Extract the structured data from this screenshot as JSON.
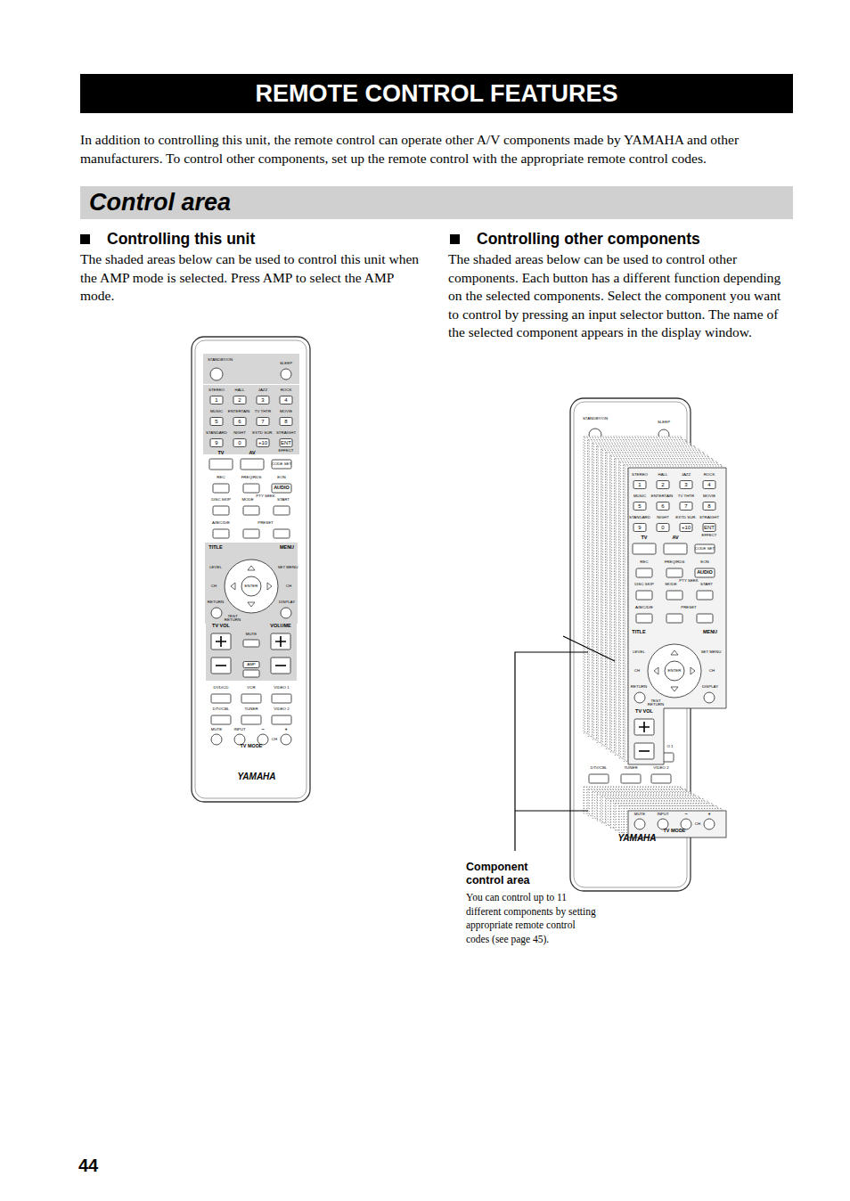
{
  "diagram": {
    "title": "REMOTE CONTROL FEATURES",
    "nodes": [
      {
        "text": [
          "Control area"
        ]
      }
    ],
    "labels": [
      "In addition to controlling this unit, the remote control can operate other A/V components made by YAMAHA and other manufacturers. To control other components, set up the remote control with the appropriate remote control codes.",
      "Controlling this unit",
      "The shaded areas below can be used to control this unit when the AMP mode is selected. Press AMP to select the AMP mode.",
      "Controlling other components",
      "The shaded areas below can be used to control other components. Each button has a different function depending on the selected components. Select the component you want to control by pressing an input selector button. The name of the selected component appears in the display window.",
      "STANDBY/ON",
      "SLEEP",
      "STEREO",
      "HALL",
      "JAZZ",
      "ROCK",
      "1",
      "2",
      "3",
      "4",
      "MUSIC",
      "ENTERTAIN",
      "TV THTR",
      "MOVIE",
      "5",
      "6",
      "7",
      "8",
      "STANDARD",
      "NIGHT",
      "EXTD SUR.",
      "STRAIGHT",
      "9",
      "0",
      "+10",
      "ENT",
      "EFFECT",
      "TV",
      "AV",
      "CODE SET",
      "REC",
      "FREQ/RDS",
      "EON",
      "AUDIO",
      "DISC SKIP",
      "MODE",
      "PTY SEEK",
      "START",
      "A/B/C/D/E",
      "PRESET",
      "TITLE",
      "MENU",
      "LEVEL",
      "SET MENU",
      "CH",
      "CH",
      "ENTER",
      "RETURN",
      "DISPLAY",
      "TEST RETURN",
      "TV VOL",
      "VOLUME",
      "MUTE",
      "AMP",
      "DVD/CD",
      "VCR",
      "VIDEO 1",
      "DTV/CBL",
      "TUNER",
      "VIDEO 2",
      "MUTE",
      "INPUT",
      "−",
      "+",
      "CH",
      "TV MODE",
      "YAMAHA",
      "STANDBY/ON",
      "SLEEP",
      "STEREO",
      "HALL",
      "JAZZ",
      "ROCK",
      "1",
      "2",
      "3",
      "4",
      "MUSIC",
      "ENTERTAIN",
      "TV THTR",
      "MOVIE",
      "5",
      "6",
      "7",
      "8",
      "STANDARD",
      "NIGHT",
      "EXTD SUR.",
      "STRAIGHT",
      "9",
      "0",
      "+10",
      "ENT",
      "EFFECT",
      "TV",
      "AV",
      "CODE SET",
      "REC",
      "FREQ/RDS",
      "EON",
      "AUDIO",
      "DISC SKIP",
      "MODE",
      "PTY SEEK",
      "START",
      "A/B/C/D/E",
      "PRESET",
      "TITLE",
      "MENU",
      "LEVEL",
      "SET MENU",
      "CH",
      "CH",
      "ENTER",
      "RETURN",
      "DISPLAY",
      "TEST RETURN",
      "TV VOL",
      "O 1",
      "DTV/CBL",
      "TUNER",
      "VIDEO 2",
      "MUTE",
      "INPUT",
      "−",
      "+",
      "CH",
      "TV MODE",
      "YAMAHA",
      "Component control area",
      "You can control up to 11 different components by setting appropriate remote control codes (see page 45).",
      "44"
    ]
  }
}
